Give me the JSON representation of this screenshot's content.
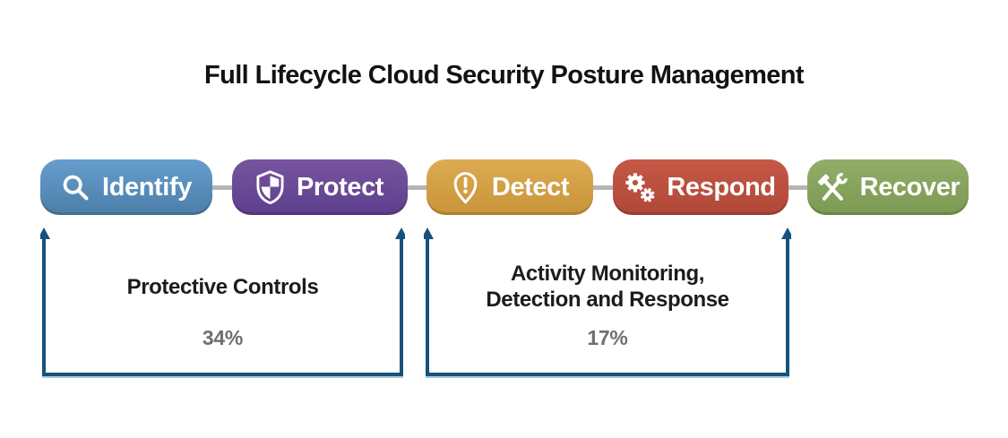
{
  "title": "Full Lifecycle Cloud Security Posture Management",
  "stages": [
    {
      "label": "Identify",
      "icon": "search-icon",
      "color": "#5b93c4"
    },
    {
      "label": "Protect",
      "icon": "shield-icon",
      "color": "#6a4a9c"
    },
    {
      "label": "Detect",
      "icon": "pin-alert-icon",
      "color": "#d5a247"
    },
    {
      "label": "Respond",
      "icon": "gears-icon",
      "color": "#c05343"
    },
    {
      "label": "Recover",
      "icon": "tools-icon",
      "color": "#87a65f"
    }
  ],
  "brackets": [
    {
      "lines": [
        "Protective Controls"
      ],
      "percent": "34%"
    },
    {
      "lines": [
        "Activity Monitoring,",
        "Detection and Response"
      ],
      "percent": "17%"
    }
  ],
  "colors": {
    "bracket_arrow": "#17527e",
    "connector": "#b5b5b5",
    "percent_text": "#6f6f6f",
    "label_text": "#1c1c1c",
    "title_text": "#121212",
    "background": "#ffffff"
  }
}
